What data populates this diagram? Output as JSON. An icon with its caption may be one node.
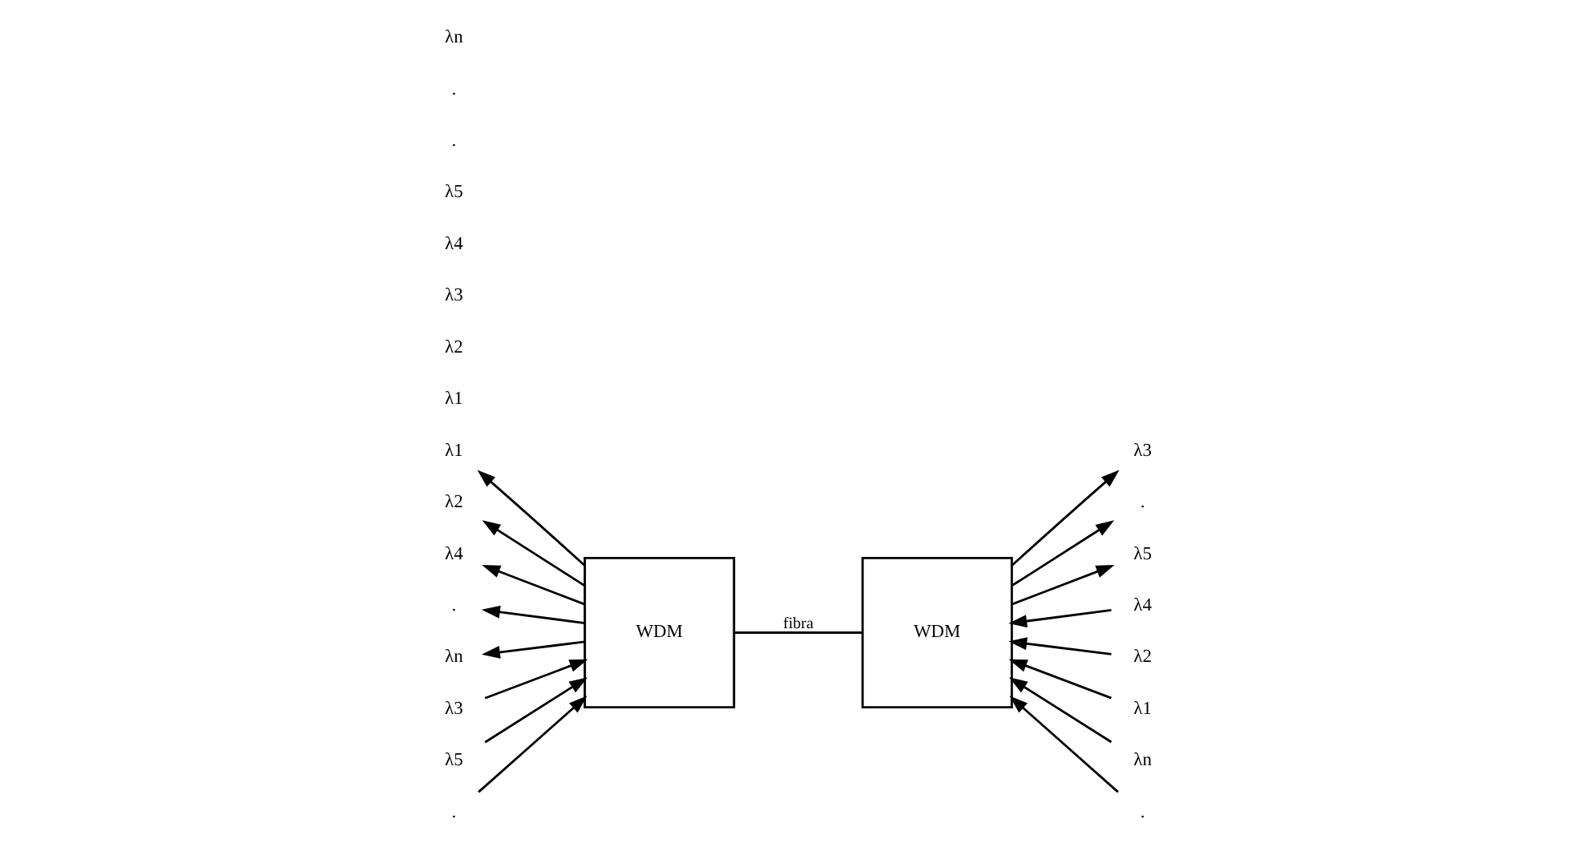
{
  "diagram": {
    "nodes": [
      {
        "text": [
          "WDM"
        ]
      },
      {
        "text": [
          "WDM"
        ]
      },
      {
        "text": [
          "λ1"
        ]
      },
      {
        "text": [
          "λ2"
        ]
      },
      {
        "text": [
          "λ3"
        ]
      },
      {
        "text": [
          "λ4"
        ]
      },
      {
        "text": [
          "λ5"
        ]
      },
      {
        "text": [
          "."
        ]
      },
      {
        "text": [
          "."
        ]
      },
      {
        "text": [
          "λn"
        ]
      },
      {
        "text": [
          "λ4"
        ]
      },
      {
        "text": [
          "λ3"
        ]
      },
      {
        "text": [
          "λ2"
        ]
      },
      {
        "text": [
          "λ1"
        ]
      },
      {
        "text": [
          "λn"
        ]
      },
      {
        "text": [
          "."
        ]
      },
      {
        "text": [
          "."
        ]
      },
      {
        "text": [
          "λ5"
        ]
      }
    ],
    "edges": [
      {
        "from": 0,
        "to": 1,
        "arrow": "none",
        "label": "fibra"
      },
      {
        "from": 0,
        "to": 2,
        "arrow": "to"
      },
      {
        "from": 0,
        "to": 3,
        "arrow": "to"
      },
      {
        "from": 4,
        "to": 0,
        "arrow": "to"
      },
      {
        "from": 0,
        "to": 5,
        "arrow": "to"
      },
      {
        "from": 6,
        "to": 0,
        "arrow": "to"
      },
      {
        "from": 7,
        "to": 0,
        "arrow": "to"
      },
      {
        "from": 0,
        "to": 8,
        "arrow": "to"
      },
      {
        "from": 0,
        "to": 9,
        "arrow": "to"
      },
      {
        "from": 10,
        "to": 1,
        "arrow": "to"
      },
      {
        "from": 1,
        "to": 11,
        "arrow": "to"
      },
      {
        "from": 12,
        "to": 1,
        "arrow": "to"
      },
      {
        "from": 13,
        "to": 1,
        "arrow": "to"
      },
      {
        "from": 14,
        "to": 1,
        "arrow": "to"
      },
      {
        "from": 15,
        "to": 1,
        "arrow": "to"
      },
      {
        "from": 1,
        "to": 16,
        "arrow": "to"
      },
      {
        "from": 1,
        "to": 17,
        "arrow": "to"
      }
    ],
    "labels": [
      "λ1",
      "λ2",
      "λ3",
      "λ4",
      "λ5",
      ".",
      ".",
      "λn"
    ]
  }
}
